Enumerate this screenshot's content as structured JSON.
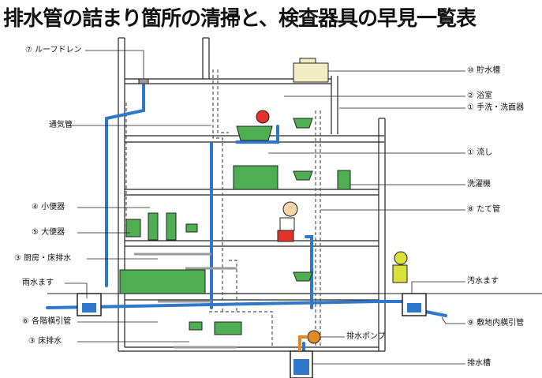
{
  "title": "排水管の詰まり箇所の清掃と、検査器具の早見一覧表",
  "labels_left": [
    {
      "id": "roof-drain",
      "text": "⑦ ルーフドレン"
    },
    {
      "id": "vent-pipe",
      "text": "通気管"
    },
    {
      "id": "urinal",
      "text": "④ 小便器"
    },
    {
      "id": "toilet",
      "text": "⑤ 大便器"
    },
    {
      "id": "kitchen-drain",
      "text": "③ 厨房・床排水"
    },
    {
      "id": "rainwater-basin",
      "text": "雨水ます"
    },
    {
      "id": "floor-branch",
      "text": "⑥ 各階横引管"
    },
    {
      "id": "floor-drain",
      "text": "③ 床排水"
    }
  ],
  "labels_right": [
    {
      "id": "water-tank",
      "text": "⑩ 貯水槽"
    },
    {
      "id": "bathroom",
      "text": "② 浴室"
    },
    {
      "id": "washbasin",
      "text": "① 手洗・洗面器"
    },
    {
      "id": "sink",
      "text": "① 流し"
    },
    {
      "id": "washing-machine",
      "text": "洗濯機"
    },
    {
      "id": "stack",
      "text": "⑧ たて管"
    },
    {
      "id": "sewage-basin",
      "text": "汚水ます"
    },
    {
      "id": "site-branch",
      "text": "⑨ 敷地内横引管"
    },
    {
      "id": "drain-tank",
      "text": "排水槽"
    }
  ],
  "pump_label": "排水ポンプ",
  "colors": {
    "drain": "#2f77c8",
    "fixture": "#4fae52",
    "line": "#222222",
    "vent": "#555555",
    "person_red": "#e2322a",
    "person_yellow": "#d9e23b",
    "tank": "#f1ecc2",
    "pump": "#e08a24"
  }
}
